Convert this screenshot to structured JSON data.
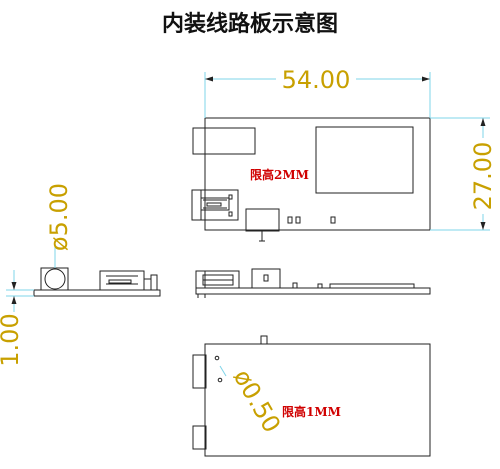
{
  "title": "内装线路板示意图",
  "dimensions": {
    "width": "54.00",
    "height": "27.00",
    "diameter_small": "ø5.00",
    "thickness": "1.00",
    "hole": "ø0.50"
  },
  "notes": {
    "top_height_limit": "限高2MM",
    "bottom_height_limit": "限高1MM"
  },
  "colors": {
    "dimension_text": "#c8a000",
    "dimension_line": "#7fd4e8",
    "note_text": "#d00000",
    "outline": "#222222"
  }
}
